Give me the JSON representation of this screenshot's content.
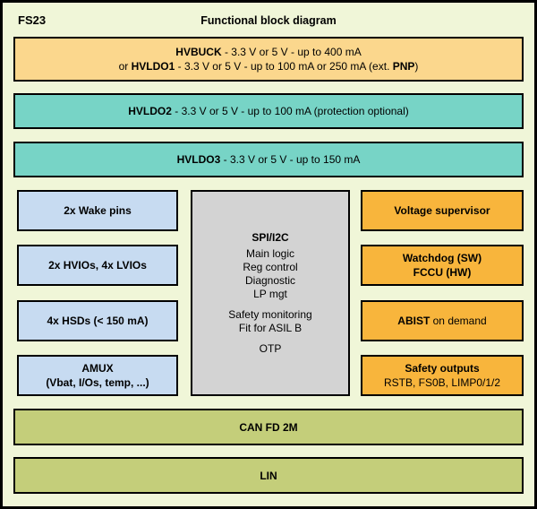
{
  "header": {
    "chip": "FS23",
    "title": "Functional block diagram"
  },
  "colors": {
    "frame-bg": "#F0F6D8",
    "buck-bg": "#FBD78D",
    "ldo-bg": "#77D4C6",
    "io-bg": "#C7DBF1",
    "logic-bg": "#D3D3D3",
    "safety-bg": "#F8B53C",
    "comm-bg": "#C4CE7A",
    "border": "#000000"
  },
  "blocks": {
    "hvbuck": {
      "line1": [
        "HVBUCK",
        " - 3.3 V or 5 V - up to 400 mA"
      ],
      "line2": [
        "or ",
        "HVLDO1",
        " - 3.3 V or 5 V - up to 100 mA or 250 mA (ext. ",
        "PNP",
        ")"
      ]
    },
    "hvldo2": [
      "HVLDO2",
      " - 3.3 V or 5 V - up to 100 mA (protection optional)"
    ],
    "hvldo3": [
      "HVLDO3",
      " - 3.3 V or 5 V - up to 150 mA"
    ],
    "wake_pins": "2x Wake pins",
    "ios": "2x HVIOs, 4x LVIOs",
    "hsds": "4x HSDs (< 150 mA)",
    "amux": {
      "line1": "AMUX",
      "line2": "(Vbat, I/Os, temp, ...)"
    },
    "logic": {
      "title": "SPI/I2C",
      "group1": [
        "Main logic",
        "Reg control",
        "Diagnostic",
        "LP mgt"
      ],
      "group2": [
        "Safety monitoring",
        "Fit for ASIL B"
      ],
      "group3": "OTP"
    },
    "voltage_supervisor": "Voltage supervisor",
    "watchdog": {
      "line1": "Watchdog (SW)",
      "line2": "FCCU (HW)"
    },
    "abist": [
      "ABIST",
      " on demand"
    ],
    "safety_outputs": {
      "line1": "Safety outputs",
      "line2": "RSTB, FS0B, LIMP0/1/2"
    },
    "can": "CAN FD 2M",
    "lin": "LIN"
  }
}
